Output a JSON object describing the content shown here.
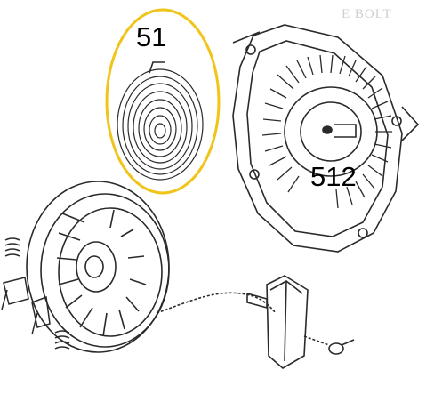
{
  "callouts": {
    "spring": "51",
    "housing": "512"
  },
  "background_text": "E BOLT",
  "colors": {
    "line": "#2a2a2a",
    "highlight": "#f0c419",
    "paper": "#ffffff"
  }
}
